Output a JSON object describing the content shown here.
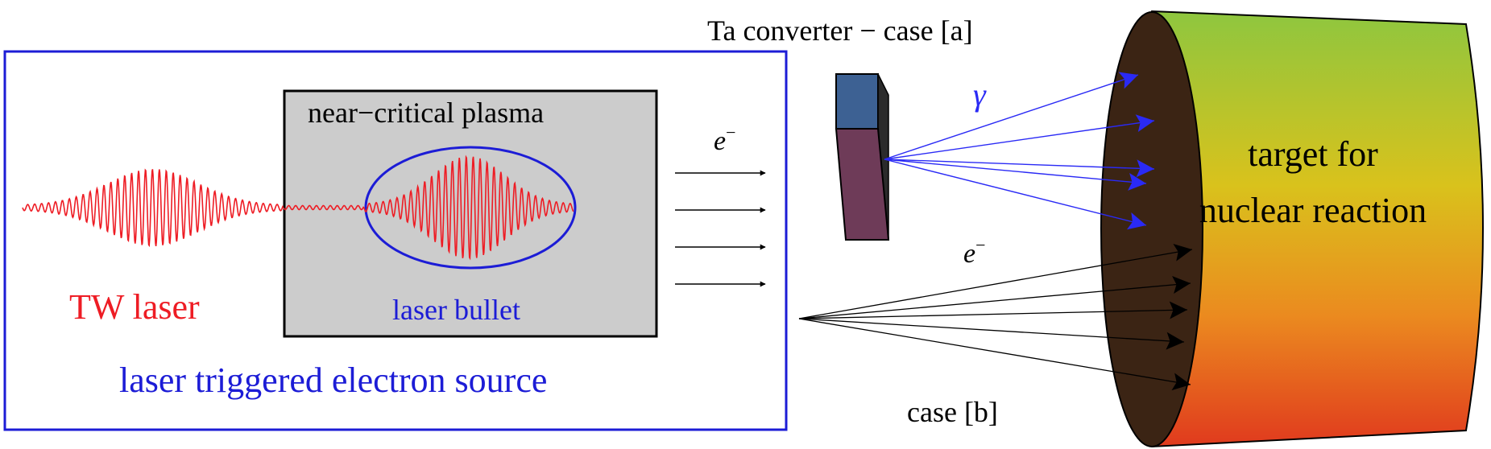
{
  "labels": {
    "source_caption": "laser triggered electron source",
    "tw_laser": "TW laser",
    "plasma": "near−critical plasma",
    "laser_bullet": "laser bullet",
    "electron_beam": "e",
    "electron_sup": "−",
    "converter": "Ta converter − case [a]",
    "gamma": "γ",
    "electron_direct": "e",
    "electron_direct_sup": "−",
    "case_b": "case [b]",
    "target_line1": "target for",
    "target_line2": "nuclear reaction"
  },
  "colors": {
    "laser_red": "#ee1c24",
    "frame_blue": "#1c1cd6",
    "plasma_gray": "#cccccc",
    "gamma_blue": "#2a2af5",
    "converter_top": "#3d6193",
    "converter_front": "#6e3b58",
    "target_top": "#8ec63f",
    "target_bottom": "#e03a1e",
    "target_face": "#3b2414"
  },
  "icons": {
    "laser_pulse": "wave-packet-icon",
    "arrow": "arrow-right-icon"
  }
}
